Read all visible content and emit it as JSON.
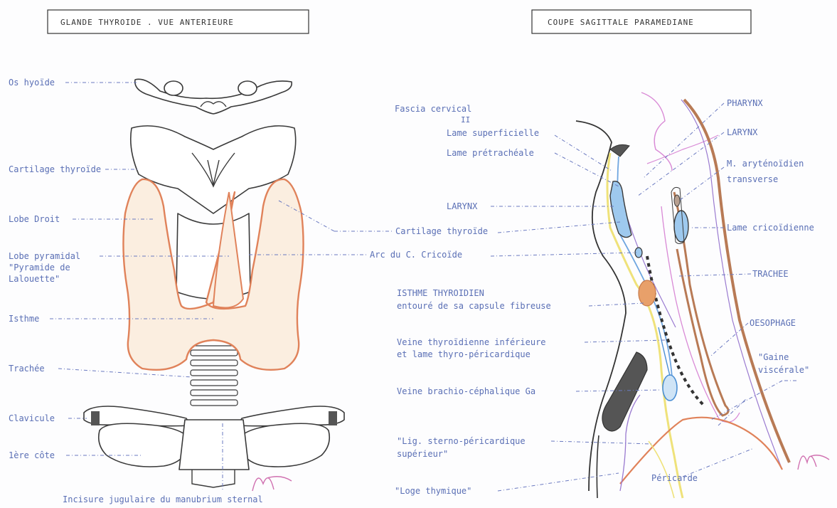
{
  "titles": {
    "left": "GLANDE THYROIDE . VUE ANTERIEURE",
    "right": "COUPE SAGITTALE PARAMEDIANE"
  },
  "left_labels": {
    "os_hyoide": "Os hyoïde",
    "cartilage_thyroide": "Cartilage thyroïde",
    "lobe_droit": "Lobe Droit",
    "lobe_pyramidal_1": "Lobe pyramidal",
    "lobe_pyramidal_2": "\"Pyramide de",
    "lobe_pyramidal_3": "Lalouette\"",
    "isthme": "Isthme",
    "trachee": "Trachée",
    "clavicule": "Clavicule",
    "premiere_cote": "1ère côte",
    "incisure": "Incisure jugulaire du manubrium sternal"
  },
  "center_labels": {
    "cartilage_thyroide": "Cartilage thyroïde",
    "arc_cricoide": "Arc du C. Cricoïde"
  },
  "right_labels": {
    "fascia_cervical": "Fascia cervical",
    "lame_superficielle": "Lame superficielle",
    "lame_pretracheale": "Lame prétrachéale",
    "larynx_left": "LARYNX",
    "isthme_1": "ISTHME THYROIDIEN",
    "isthme_2": "entouré de sa capsule fibreuse",
    "veine_thyro_1": "Veine thyroïdienne inférieure",
    "veine_thyro_2": "et lame thyro-péricardique",
    "veine_brachio": "Veine brachio-céphalique Ga",
    "lig_1": "\"Lig. sterno-péricardique",
    "lig_2": "supérieur\"",
    "loge_thymique": "\"Loge thymique\"",
    "pericarde": "Péricarde",
    "pharynx": "PHARYNX",
    "larynx_right": "LARYNX",
    "aryteno_1": "M. aryténoïdien",
    "aryteno_2": "transverse",
    "lame_cricoidienne": "Lame cricoïdienne",
    "trachee": "TRACHEE",
    "oesophage": "OESOPHAGE",
    "gaine_1": "\"Gaine",
    "gaine_2": "viscérale\""
  },
  "colors": {
    "label_text": "#5a6fb5",
    "leader_line": "#6a79c0",
    "thyroid_fill": "#fbeee0",
    "thyroid_outline": "#e0825a",
    "fascia_yellow": "#efe27a",
    "fascia_blue": "#6fa6e0",
    "fascia_pink": "#d98ad6",
    "fascia_purple": "#9a7ad0",
    "oesophagus_brown": "#b87a55",
    "cartilage_blue": "#9ec9ee"
  }
}
